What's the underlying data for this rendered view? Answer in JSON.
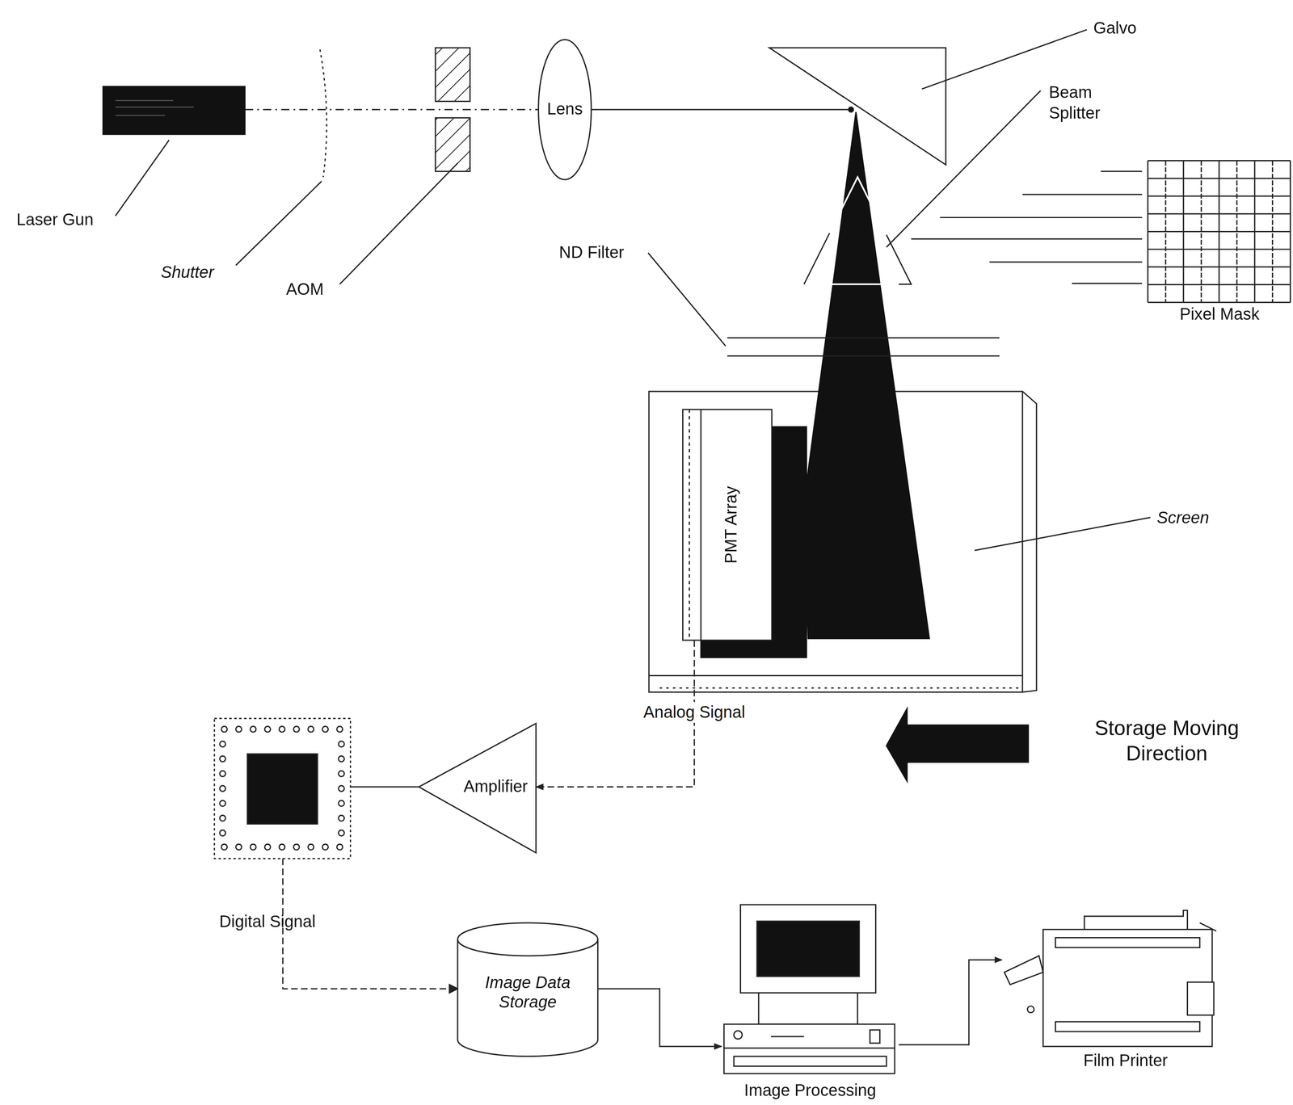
{
  "diagram": {
    "nodes": [
      {
        "text": [
          "Lens"
        ]
      },
      {
        "text": [
          "PMT Array"
        ]
      },
      {
        "text": [
          "Amplifier"
        ]
      },
      {
        "text": [
          "Image Data Storage"
        ]
      },
      {
        "text": [
          "Image Processing"
        ]
      },
      {
        "text": [
          "Film Printer"
        ]
      },
      {
        "text": [
          "Pixel Mask"
        ]
      }
    ],
    "edges": [
      {
        "from": 1,
        "to": 2,
        "label": "Analog Signal",
        "arrow": "to"
      },
      {
        "from": 3,
        "to": 4,
        "arrow": "to"
      },
      {
        "from": 4,
        "to": 5,
        "arrow": "to"
      }
    ],
    "labels": [
      "Galvo",
      "Beam Splitter",
      "Laser Gun",
      "Shutter",
      "AOM",
      "ND Filter",
      "Screen",
      "Storage Moving Direction",
      "Digital Signal"
    ]
  }
}
